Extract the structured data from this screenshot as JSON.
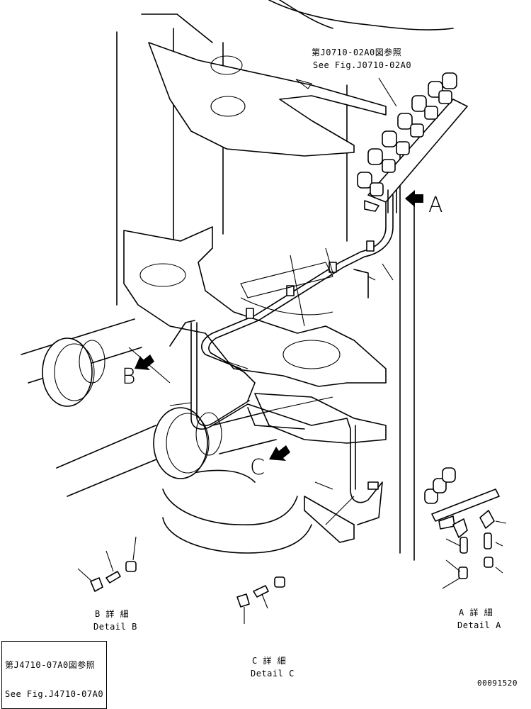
{
  "drawing_number": "00091520",
  "refs": {
    "top_ref_jp": "第J0710-02A0図参照",
    "top_ref_en": "See Fig.J0710-02A0",
    "bottom_ref_jp": "第J4710-07A0図参照",
    "bottom_ref_en": "See Fig.J4710-07A0"
  },
  "view_markers": {
    "a": "A",
    "b": "B",
    "c": "C"
  },
  "details": {
    "a_jp": "A 詳 細",
    "a_en": "Detail A",
    "b_jp": "B 詳 細",
    "b_en": "Detail B",
    "c_jp": "C 詳 細",
    "c_en": "Detail C"
  },
  "icons": [
    "view-arrow-icon"
  ]
}
